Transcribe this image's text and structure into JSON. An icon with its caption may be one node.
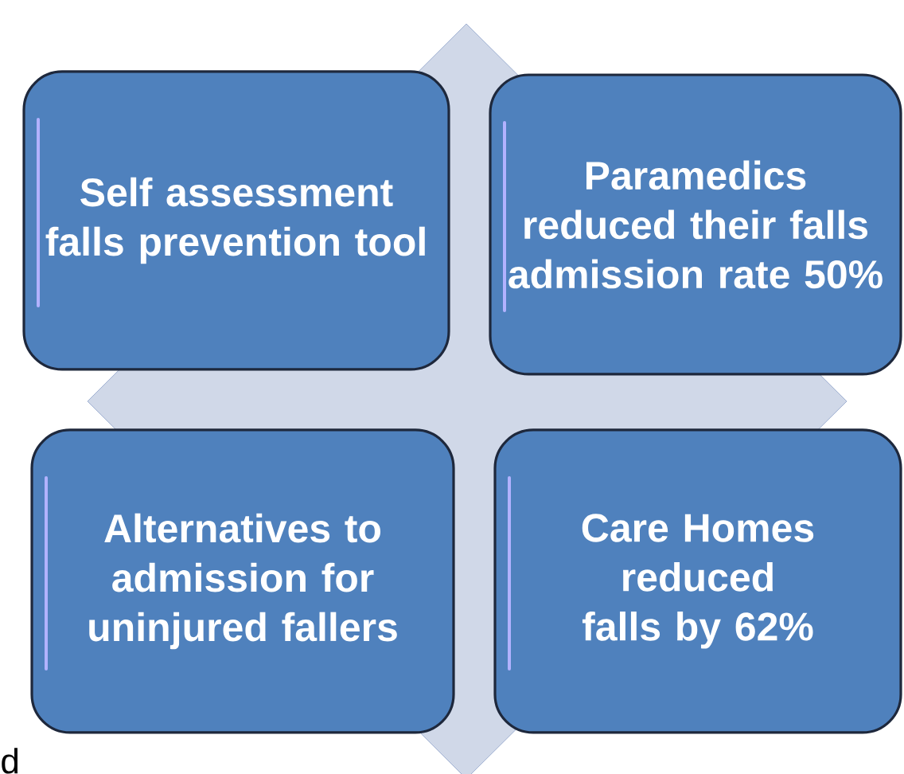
{
  "diagram": {
    "nodes": [
      {
        "text": [
          "Self assessment falls prevention tool"
        ]
      },
      {
        "text": [
          "Paramedics reduced their falls admission rate 50%"
        ]
      },
      {
        "text": [
          "Alternatives to admission for uninjured fallers"
        ]
      },
      {
        "text": [
          "Care Homes reduced falls by 62%"
        ]
      }
    ],
    "labels": [
      "d"
    ]
  }
}
